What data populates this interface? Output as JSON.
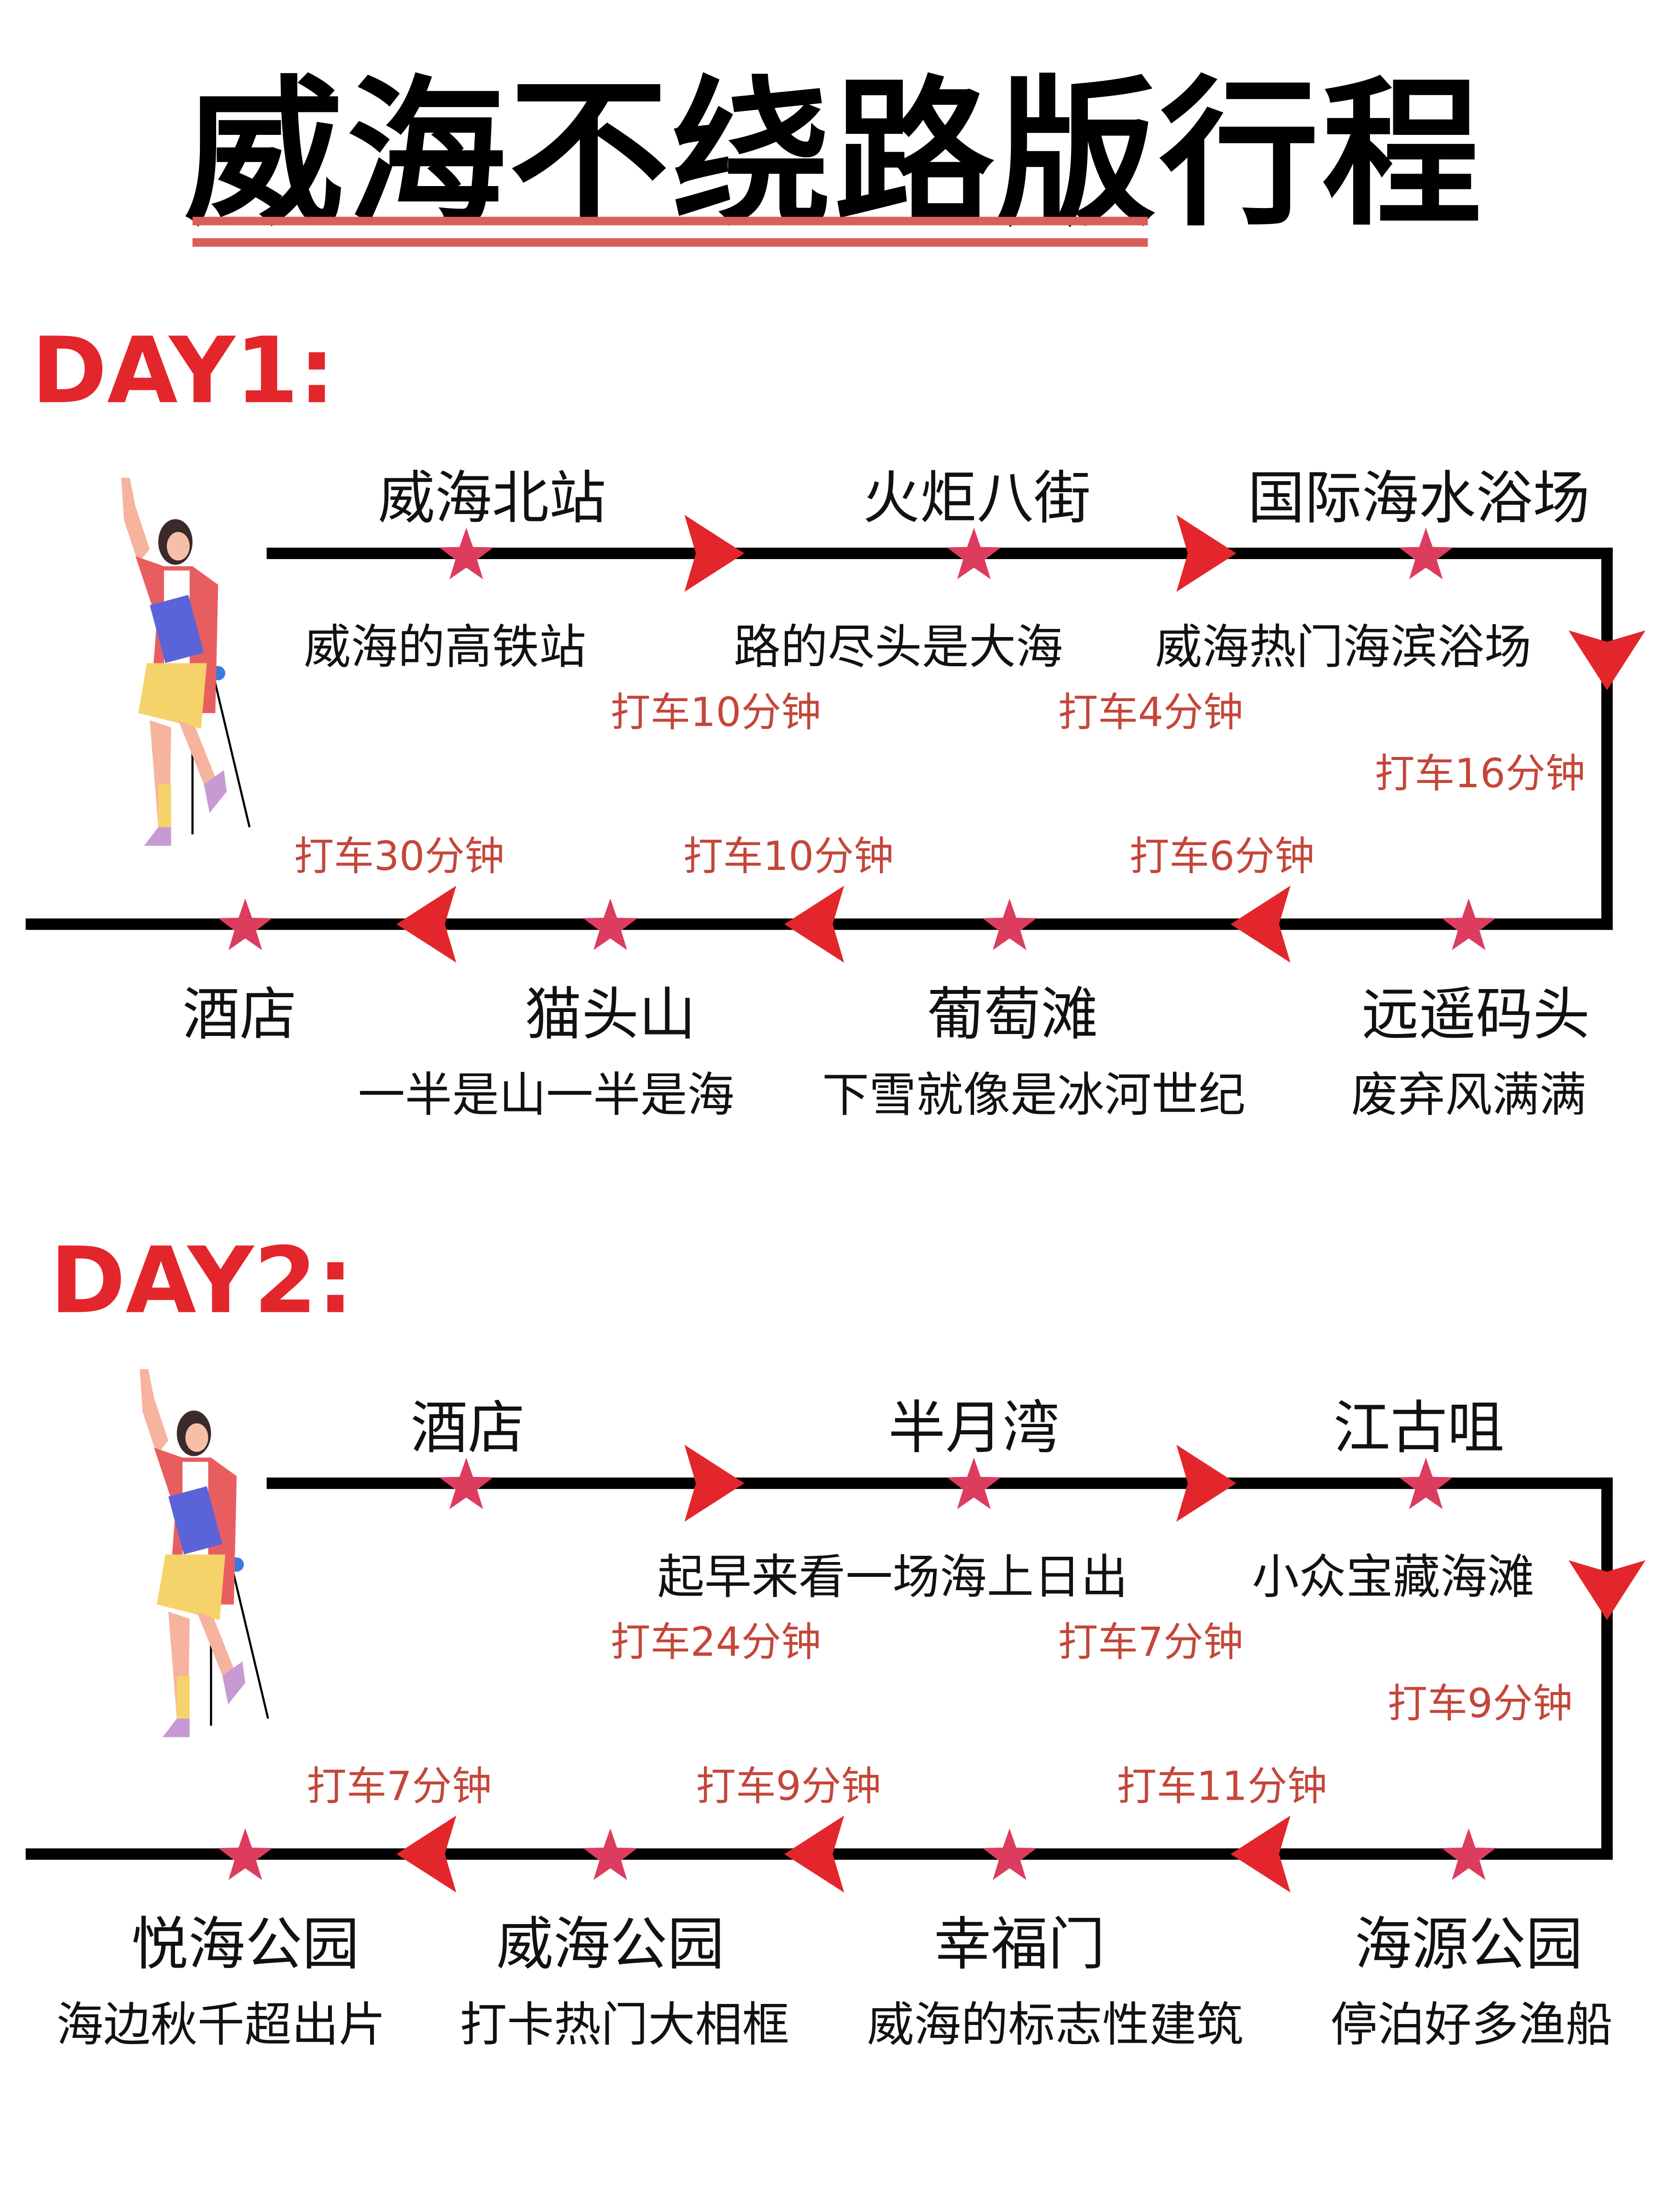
{
  "title": "威海不绕路版行程",
  "colors": {
    "accent": "#e3262b",
    "star": "#dc3c5e",
    "taxi": "#c4463a",
    "line": "#000000"
  },
  "days": [
    {
      "label": "DAY1:",
      "top": [
        {
          "name": "威海北站",
          "desc": "威海的高铁站"
        },
        {
          "name": "火炬八街",
          "desc": "路的尽头是大海"
        },
        {
          "name": "国际海水浴场",
          "desc": "威海热门海滨浴场"
        }
      ],
      "top_taxi": [
        "打车10分钟",
        "打车4分钟"
      ],
      "corner_taxi": "打车16分钟",
      "bottom": [
        {
          "name": "远遥码头",
          "desc": "废弃风满满"
        },
        {
          "name": "葡萄滩",
          "desc": "下雪就像是冰河世纪"
        },
        {
          "name": "猫头山",
          "desc": "一半是山一半是海"
        },
        {
          "name": "酒店",
          "desc": ""
        }
      ],
      "bottom_taxi": [
        "打车6分钟",
        "打车10分钟",
        "打车30分钟"
      ]
    },
    {
      "label": "DAY2:",
      "top": [
        {
          "name": "酒店",
          "desc": ""
        },
        {
          "name": "半月湾",
          "desc": "起早来看一场海上日出"
        },
        {
          "name": "江古咀",
          "desc": "小众宝藏海滩"
        }
      ],
      "top_taxi": [
        "打车24分钟",
        "打车7分钟"
      ],
      "corner_taxi": "打车9分钟",
      "bottom": [
        {
          "name": "海源公园",
          "desc": "停泊好多渔船"
        },
        {
          "name": "幸福门",
          "desc": "威海的标志性建筑"
        },
        {
          "name": "威海公园",
          "desc": "打卡热门大相框"
        },
        {
          "name": "悦海公园",
          "desc": "海边秋千超出片"
        }
      ],
      "bottom_taxi": [
        "打车11分钟",
        "打车9分钟",
        "打车7分钟"
      ]
    }
  ]
}
